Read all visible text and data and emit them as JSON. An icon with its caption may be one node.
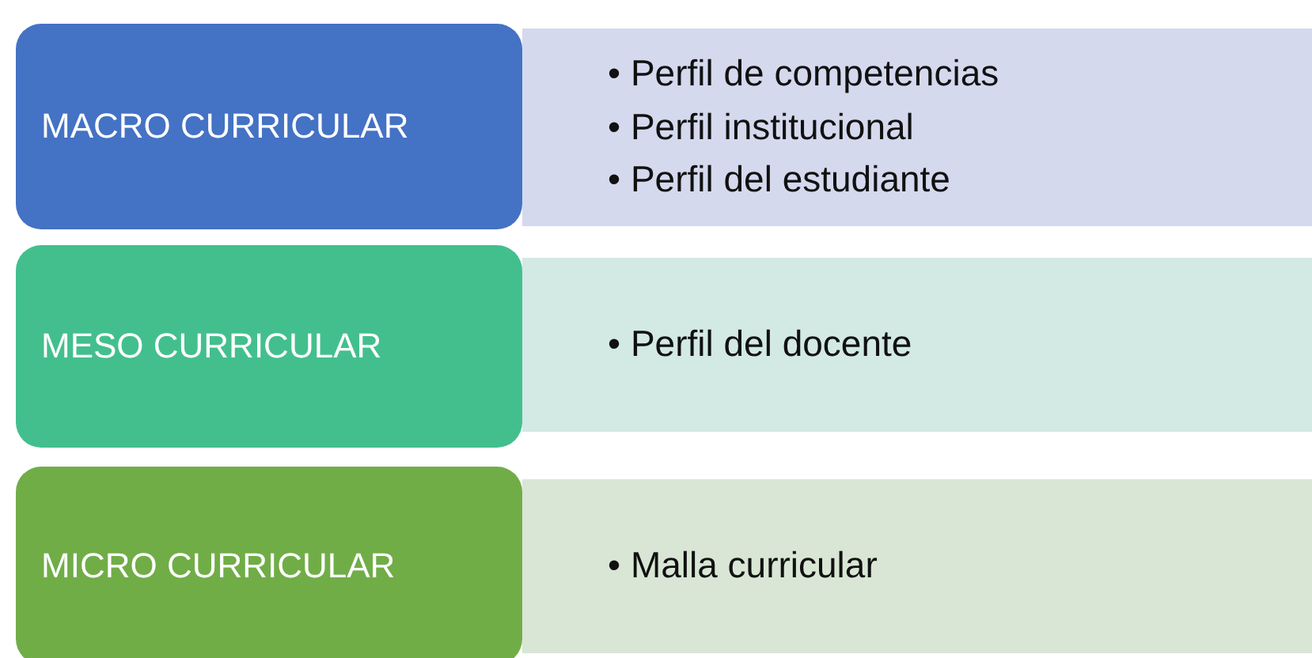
{
  "diagram": {
    "nodes": [
      {
        "text": [
          "MACRO CURRICULAR"
        ]
      },
      {
        "text": [
          "• Perfil de competencias",
          "• Perfil institucional",
          "• Perfil del estudiante"
        ]
      },
      {
        "text": [
          "MESO CURRICULAR"
        ]
      },
      {
        "text": [
          "• Perfil del docente"
        ]
      },
      {
        "text": [
          "MICRO CURRICULAR"
        ]
      },
      {
        "text": [
          "• Malla curricular"
        ]
      }
    ]
  }
}
